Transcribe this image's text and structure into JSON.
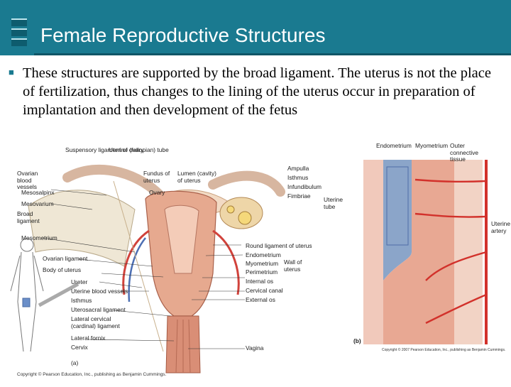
{
  "slide": {
    "title": "Female Reproductive Structures",
    "bullet": "These structures are supported by the broad ligament. The uterus is not the place of fertilization, thus changes to the lining of the uterus occur in preparation of implantation and then development of the fetus"
  },
  "figure_a": {
    "labels": {
      "suspensory": "Suspensory ligament of ovary",
      "uterine_tube": "Uterine (fallopian) tube",
      "ovarian_vessels": "Ovarian blood vessels",
      "fundus": "Fundus of uterus",
      "lumen": "Lumen (cavity) of uterus",
      "mesosalpinx": "Mesosalpinx",
      "ovary": "Ovary",
      "mesovarium": "Mesovarium",
      "broad_ligament": "Broad ligament",
      "mesometrium": "Mesometrium",
      "ampulla": "Ampulla",
      "isthmus_tube": "Isthmus",
      "infundibulum": "Infundibulum",
      "fimbriae": "Fimbriae",
      "uterine_tube_bracket": "Uterine tube",
      "round_ligament": "Round ligament of uterus",
      "ovarian_ligament": "Ovarian ligament",
      "body_uterus": "Body of uterus",
      "ureter": "Ureter",
      "uterine_vessels": "Uterine blood vessels",
      "isthmus": "Isthmus",
      "uterosacral": "Uterosacral ligament",
      "lateral_cervical": "Lateral cervical (cardinal) ligament",
      "lateral_fornix": "Lateral fornix",
      "cervix": "Cervix",
      "endometrium": "Endometrium",
      "myometrium": "Myometrium",
      "perimetrium": "Perimetrium",
      "wall_of_uterus": "Wall of uterus",
      "internal_os": "Internal os",
      "cervical_canal": "Cervical canal",
      "external_os": "External os",
      "vagina": "Vagina",
      "panel": "(a)",
      "copyright": "Copyright © Pearson Education, Inc., publishing as Benjamin Cummings."
    }
  },
  "figure_b": {
    "labels": {
      "endometrium": "Endometrium",
      "myometrium": "Myometrium",
      "outer_ct": "Outer connective tissue",
      "uterine_artery": "Uterine artery",
      "panel": "(b)",
      "copyright": "Copyright © 2007 Pearson Education, Inc., publishing as Benjamin Cummings."
    }
  }
}
